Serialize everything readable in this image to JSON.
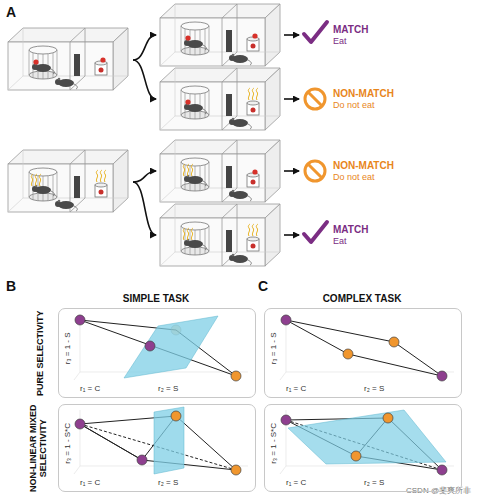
{
  "diagram": {
    "nodes": [
      {
        "text": [
          "r₁ = C",
          "r₂ = S",
          "r₃ = 1 - S"
        ]
      },
      {
        "text": [
          "r₁ = C",
          "r₂ = S",
          "r₃ = 1 - S"
        ]
      },
      {
        "text": [
          "r₁ = C",
          "r₂ = S",
          "r₃ = 1 - S*C"
        ]
      },
      {
        "text": [
          "r₁ = C",
          "r₂ = S",
          "r₃ = 1 - S*C"
        ]
      }
    ],
    "labels": [
      "A",
      "MATCH",
      "Eat",
      "NON-MATCH",
      "Do not eat",
      "NON-MATCH",
      "Do not eat",
      "MATCH",
      "Eat",
      "B",
      "SIMPLE TASK",
      "C",
      "COMPLEX TASK",
      "PURE SELECTIVITY",
      "NON-LINEAR MIXED SELECTIVITY",
      "CSDN @斐爽所非"
    ]
  }
}
